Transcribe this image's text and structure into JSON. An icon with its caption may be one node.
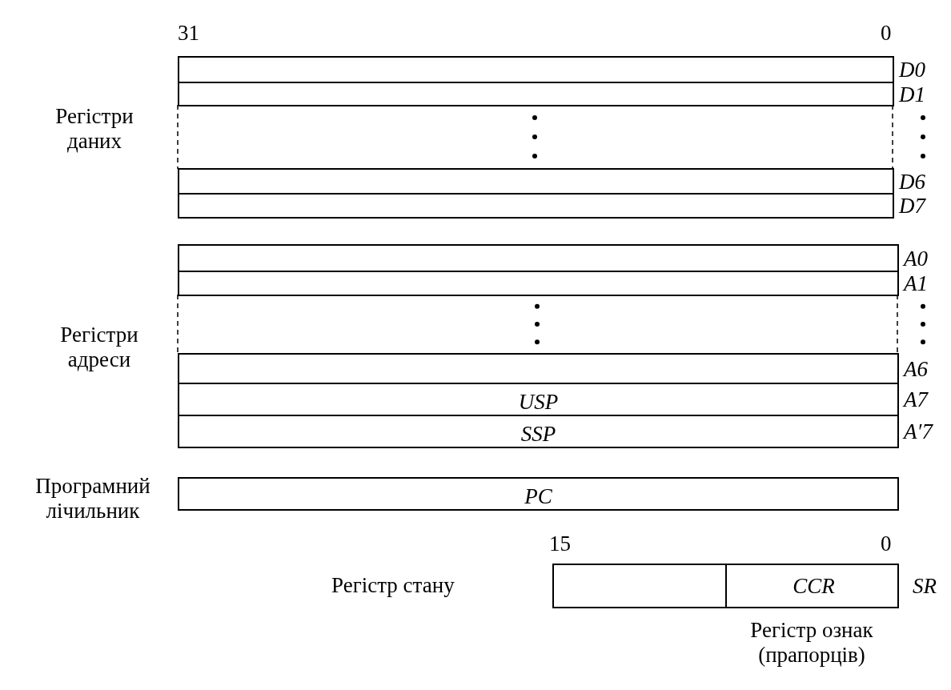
{
  "diagram": {
    "nodes": [
      {
        "text": [],
        "shape": "box",
        "beside": [
          "D0"
        ]
      },
      {
        "text": [],
        "shape": "box",
        "beside": [
          "D1"
        ]
      },
      {
        "text": [],
        "shape": "box",
        "beside": [
          "D6"
        ]
      },
      {
        "text": [],
        "shape": "box",
        "beside": [
          "D7"
        ]
      },
      {
        "text": [],
        "shape": "box",
        "beside": [
          "A0"
        ]
      },
      {
        "text": [],
        "shape": "box",
        "beside": [
          "A1"
        ]
      },
      {
        "text": [],
        "shape": "box",
        "beside": [
          "A6"
        ]
      },
      {
        "text": [
          "USP"
        ],
        "beside": [
          "A7"
        ]
      },
      {
        "text": [
          "SSP"
        ],
        "beside": [
          "A′7"
        ]
      },
      {
        "text": [
          "PC"
        ]
      },
      {
        "text": [],
        "shape": "box",
        "beside": [
          "SR"
        ]
      },
      {
        "text": [
          "CCR"
        ],
        "in": 10,
        "beside": [
          "Регістр ознак (прапорців)"
        ]
      }
    ],
    "labels": [
      "31",
      "0",
      "Регістри даних",
      "Регістри адреси",
      "Програмний лічильник",
      "15",
      "0",
      "Регістр стану"
    ]
  }
}
